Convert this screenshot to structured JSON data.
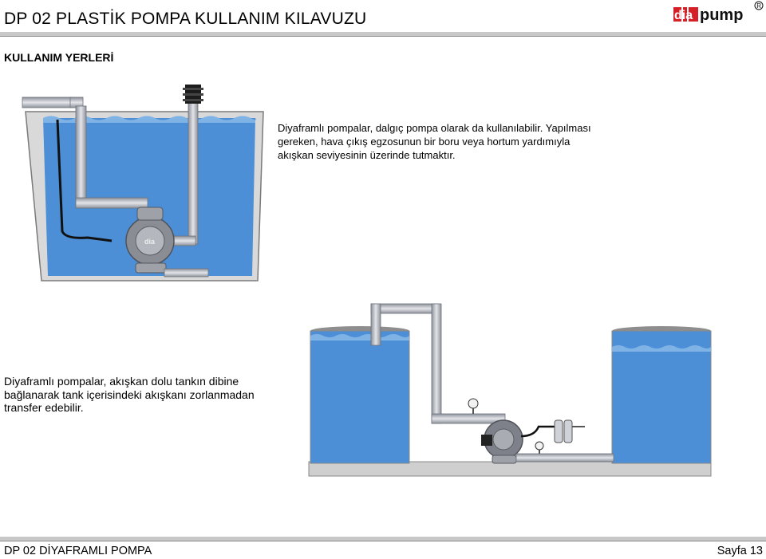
{
  "header": {
    "title": "DP 02 PLASTİK POMPA KULLANIM KILAVUZU",
    "logo": {
      "text_dia": "dia",
      "text_pump": "pump",
      "registered": "®",
      "brand_color": "#d62027"
    }
  },
  "section_title": "KULLANIM YERLERİ",
  "usage_1": {
    "text": "Diyaframlı pompalar, dalgıç pompa olarak da kullanılabilir. Yapılması gereken, hava çıkış egzosunun bir boru veya hortum yardımıyla akışkan seviyesinin üzerinde tutmaktır."
  },
  "usage_2": {
    "text": "Diyaframlı pompalar, akışkan dolu tankın dibine bağlanarak tank içerisindeki akışkanı zorlanmadan transfer edebilir."
  },
  "colors": {
    "water": "#4c8fd6",
    "water_dark": "#3570b8",
    "tank_wall": "#9a9a9a",
    "pipe": "#b9bcc4"
  },
  "footer": {
    "left": "DP 02 DİYAFRAMLI POMPA",
    "right": "Sayfa 13"
  }
}
